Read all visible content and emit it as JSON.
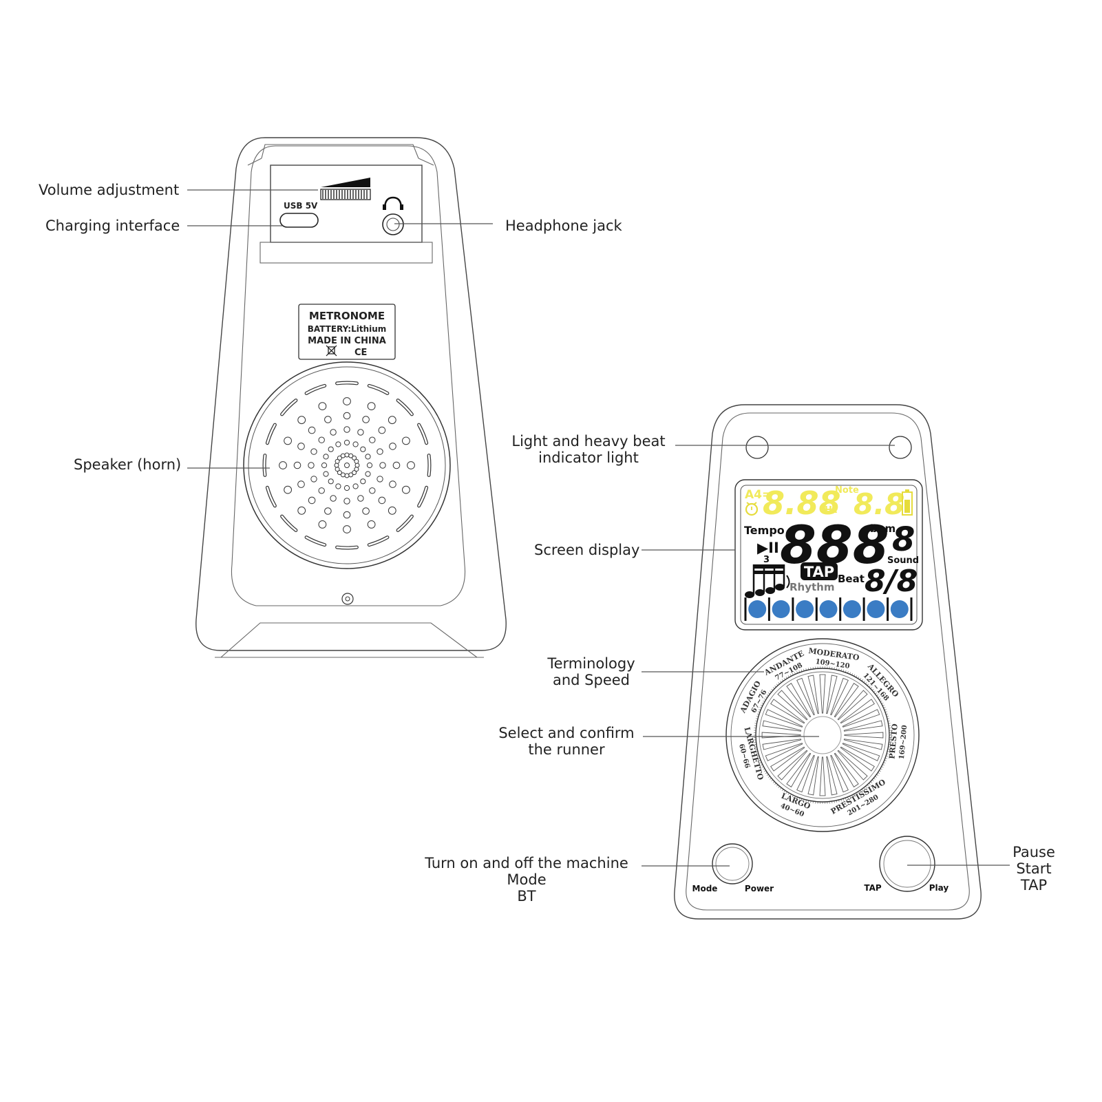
{
  "callouts": {
    "volume": "Volume adjustment",
    "charging": "Charging interface",
    "headphone": "Headphone jack",
    "speaker": "Speaker (horn)",
    "indicator_1": "Light and heavy beat",
    "indicator_2": "indicator light",
    "screen": "Screen display",
    "terminology_1": "Terminology",
    "terminology_2": "and Speed",
    "runner_1": "Select and confirm",
    "runner_2": "the runner",
    "power_1": "Turn on and off the machine",
    "power_2": "Mode",
    "power_3": "BT",
    "play_1": "Pause",
    "play_2": "Start",
    "play_3": "TAP"
  },
  "back_panel": {
    "usb_label": "USB 5V",
    "label_line1": "METRONOME",
    "label_line2": "BATTERY:Lithium",
    "label_line3": "MADE IN CHINA",
    "label_mark": "CE"
  },
  "lcd": {
    "a4": "A4=",
    "hz_digits": "8.88",
    "hz": "Hz",
    "note": "Note",
    "note_digits": "8.8",
    "tempo": "Tempo",
    "bpm_digits": "888",
    "bpm": "bpm",
    "sound_digit": "8",
    "sound": "Sound",
    "play_pause": "▶II",
    "tap": "TAP",
    "rhythm": "Rhythm",
    "triplet": "3",
    "beat": "Beat",
    "beat_value": "8/8",
    "beat_dots": 7
  },
  "dial": {
    "terms": [
      {
        "name": "LARGO",
        "range": "40~60"
      },
      {
        "name": "LARGHETTO",
        "range": "60~66"
      },
      {
        "name": "ADAGIO",
        "range": "67~76"
      },
      {
        "name": "ANDANTE",
        "range": "77~108"
      },
      {
        "name": "MODERATO",
        "range": "109~120"
      },
      {
        "name": "ALLEGRO",
        "range": "121~168"
      },
      {
        "name": "PRESTO",
        "range": "169~200"
      },
      {
        "name": "PRESTISSIMO",
        "range": "201~280"
      }
    ],
    "spokes": 32
  },
  "buttons": {
    "mode": "Mode",
    "power": "Power",
    "tap": "TAP",
    "play": "Play"
  },
  "colors": {
    "lcd_yellow": "#f1ea5a",
    "beat_blue": "#3a7cc4",
    "outline": "#444444"
  }
}
